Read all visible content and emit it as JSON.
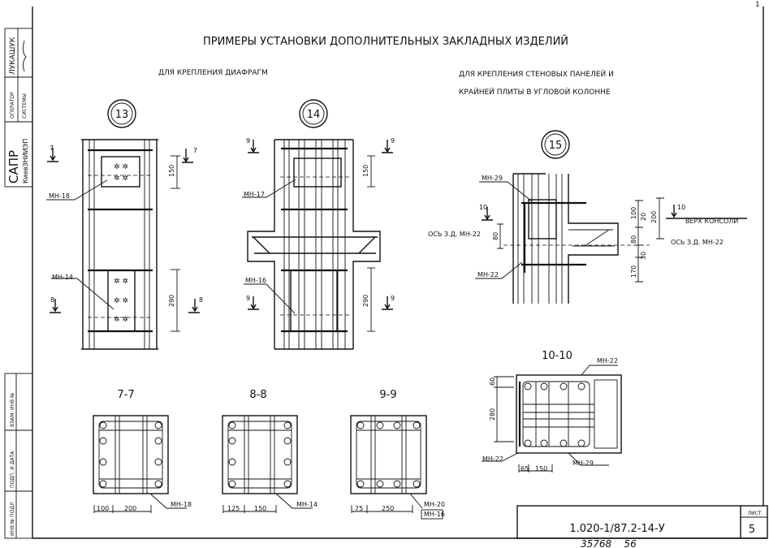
{
  "sheet": {
    "title": "ПРИМЕРЫ УСТАНОВКИ ДОПОЛНИТЕЛЬНЫХ ЗАКЛАДНЫХ ИЗДЕЛИЙ",
    "subtitle_left": "ДЛЯ КРЕПЛЕНИЯ ДИАФРАГМ",
    "subtitle_right_1": "ДЛЯ КРЕПЛЕНИЯ СТЕНОВЫХ ПАНЕЛЕЙ И",
    "subtitle_right_2": "КРАЙНЕЙ ПЛИТЫ В УГЛОВОЙ КОЛОННЕ",
    "corner_mark": "1"
  },
  "side_stamp": {
    "name": "ЛУКАШУК",
    "operator": "ОПЕРАТОР",
    "system": "СИСТЕМЫ",
    "sapr": "САПР",
    "org": "КиевЗНИИЭП",
    "inv_podl": "ИНВ № ПОДЛ",
    "podp_data": "ПОДП. И ДАТА",
    "vzam_inv": "ВЗАМ. ИНВ №"
  },
  "nodes": {
    "n13": {
      "label": "13",
      "mark_top": "МН-18",
      "mark_bottom": "МН-14",
      "dim_top": "150",
      "dim_bottom": "290",
      "sec_top": "7",
      "sec_bottom": "8"
    },
    "n14": {
      "label": "14",
      "mark_top": "МН-17",
      "mark_bottom": "МН-16",
      "dim_top": "150",
      "dim_bottom": "290",
      "sec": "9"
    },
    "n15": {
      "label": "15",
      "mark_top": "МН-29",
      "mark_left_axis": "ОСЬ З.Д. МН-22",
      "mark_bottom": "МН-22",
      "axis_right": "ОСЬ З.Д. МН-22",
      "console_top": "ВЕРХ КОНСОЛИ",
      "sec": "10",
      "dim_80": "80",
      "dim_100": "100",
      "dim_20": "20",
      "dim_200": "200",
      "dim_80b": "80",
      "dim_30": "30",
      "dim_170": "170"
    }
  },
  "sections": [
    {
      "title": "7-7",
      "mark": "МН-18",
      "dims": [
        "100",
        "200"
      ]
    },
    {
      "title": "8-8",
      "mark": "МН-14",
      "dims": [
        "125",
        "150"
      ]
    },
    {
      "title": "9-9",
      "mark": "МН-20",
      "mark2": "МН-16",
      "dims": [
        "75",
        "250"
      ]
    },
    {
      "title": "10-10",
      "mark_top": "МН-22",
      "mark_left": "МН-22",
      "mark_bottom": "МН-29",
      "dims_v": [
        "60",
        "280"
      ],
      "dims_h": [
        "65",
        "150"
      ]
    }
  ],
  "title_block": {
    "code": "1.020-1/87.2-14-У",
    "sheet_label": "ЛИСТ",
    "sheet_no": "5",
    "footer": "35768    56"
  }
}
